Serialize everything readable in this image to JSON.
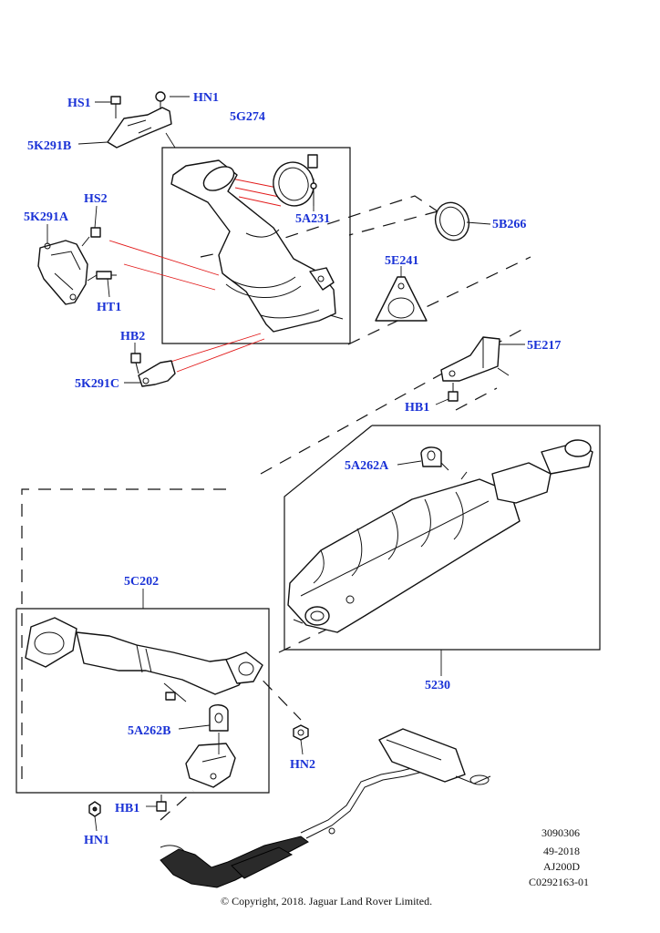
{
  "callouts": {
    "hs1": "HS1",
    "hn1_top": "HN1",
    "k291b": "5K291B",
    "g274": "5G274",
    "hs2": "HS2",
    "k291a": "5K291A",
    "a231": "5A231",
    "b266": "5B266",
    "e241": "5E241",
    "ht1": "HT1",
    "hb2": "HB2",
    "e217": "5E217",
    "k291c": "5K291C",
    "hb1_top": "HB1",
    "a262a": "5A262A",
    "c202": "5C202",
    "a262b": "5A262B",
    "hn2": "HN2",
    "hb1_bottom": "HB1",
    "hn1_bottom": "HN1",
    "p5230": "5230"
  },
  "meta": {
    "line1": "3090306",
    "line2": "49-2018",
    "line3": "AJ200D",
    "line4": "C0292163-01"
  },
  "copyright": "© Copyright, 2018. Jaguar Land Rover Limited.",
  "colors": {
    "callout": "#1a32d6",
    "leader_red": "#e21a1a",
    "line": "#111111"
  }
}
